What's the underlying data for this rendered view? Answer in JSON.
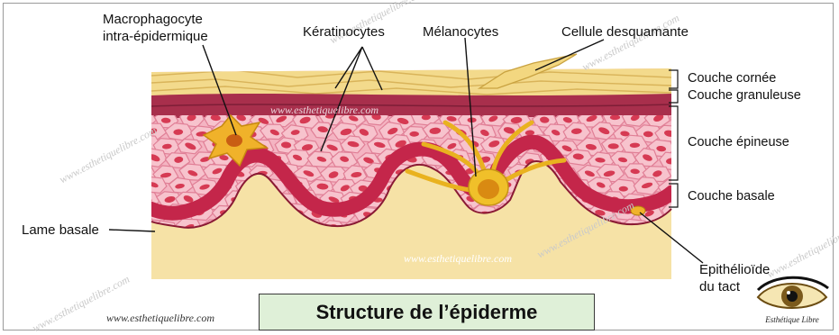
{
  "diagram": {
    "title": "Structure de l’épiderme",
    "website": "www.esthetiquelibre.com",
    "labels": {
      "macrophagocyte": [
        "Macrophagocyte",
        "intra-épidermique"
      ],
      "keratinocytes": "Kératinocytes",
      "melanocytes": "Mélanocytes",
      "cellule_desquamante": "Cellule desquamante",
      "couche_cornee": "Couche cornée",
      "couche_granuleuse": "Couche granuleuse",
      "couche_epineuse": "Couche épineuse",
      "couche_basale": "Couche basale",
      "lame_basale": "Lame basale",
      "epithelioide": [
        "Epithélioïde",
        "du tact"
      ]
    },
    "watermark_text": "www.esthetiquelibre.com",
    "logo_text": "Esthétique Libre",
    "colors": {
      "dermis": "#f6e2a6",
      "corneum": "#f3da8c",
      "granulosum": "#a82f4c",
      "spinosum_cell": "#f7c3cd",
      "spinosum_outline": "#e07f96",
      "nucleus": "#d63a53",
      "basal_cell": "#c4264a",
      "melanocyte": "#f0c02a",
      "title_box": "#dff0d8"
    }
  }
}
